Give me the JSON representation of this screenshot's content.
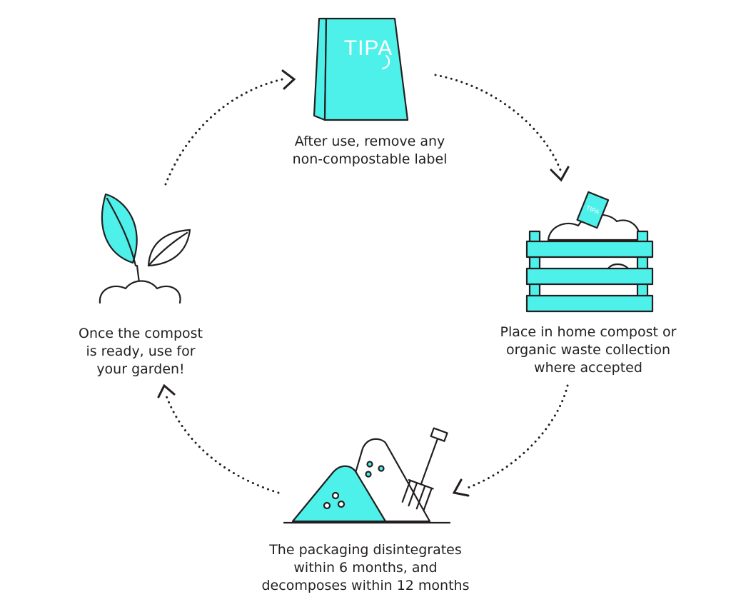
{
  "accent_color": "#4ef1ea",
  "ink_color": "#231f20",
  "bag": {
    "logo_text": "TIPA"
  },
  "box": {
    "logo_text": "TIPA"
  },
  "steps": [
    {
      "id": "remove-label",
      "lines": [
        "After use, remove any",
        "non-compostable label"
      ],
      "icon": "package-bag-icon"
    },
    {
      "id": "place-in-compost",
      "lines": [
        "Place in home compost or",
        "organic waste collection",
        "where accepted"
      ],
      "icon": "compost-crate-icon"
    },
    {
      "id": "disintegrate",
      "lines": [
        "The packaging disintegrates",
        "within 6 months, and",
        "decomposes within 12 months"
      ],
      "icon": "soil-pile-icon"
    },
    {
      "id": "use-compost",
      "lines": [
        "Once the compost",
        "is ready, use for",
        "your garden!"
      ],
      "icon": "sprout-icon"
    }
  ]
}
